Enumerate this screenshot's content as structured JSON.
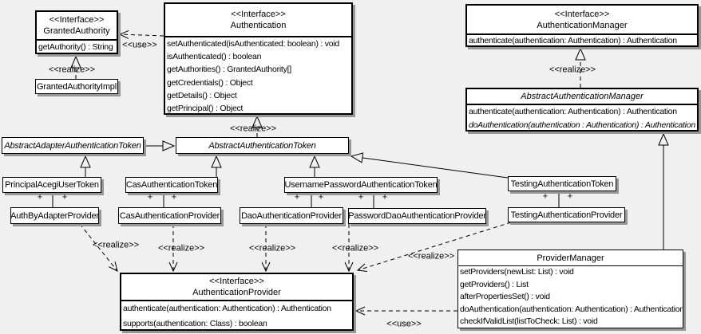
{
  "diagram_title": "Acegi Security authentication UML class diagram",
  "connectors": {
    "use_label": "<<use>>",
    "realize_label": "<<realize>>",
    "plus": "+"
  },
  "classes": {
    "granted_authority": {
      "stereotype": "<<Interface>>",
      "name": "GrantedAuthority",
      "methods": [
        "getAuthority() : String"
      ]
    },
    "granted_authority_impl": {
      "name": "GrantedAuthorityImpl"
    },
    "authentication": {
      "stereotype": "<<Interface>>",
      "name": "Authentication",
      "methods": [
        "setAuthenticated(isAuthenticated: boolean) : void",
        "isAuthenticated() : boolean",
        "getAuthorities() : GrantedAuthority[]",
        "getCredentials() : Object",
        "getDetails() : Object",
        "getPrincipal() : Object"
      ]
    },
    "authentication_manager": {
      "stereotype": "<<Interface>>",
      "name": "AuthenticationManager",
      "methods": [
        "authenticate(authentication: Authentication) : Authentication"
      ]
    },
    "abstract_authentication_manager": {
      "name": "AbstractAuthenticationManager",
      "methods": [
        "authenticate(authentication: Authentication) : Authentication",
        "doAuthentication(authentication : Authentication) : Authentication"
      ]
    },
    "abstract_adapter_authentication_token": {
      "name": "AbstractAdapterAuthenticationToken"
    },
    "abstract_authentication_token": {
      "name": "AbstractAuthenticationToken"
    },
    "principal_acegi_user_token": {
      "name": "PrincipalAcegiUserToken"
    },
    "cas_authentication_token": {
      "name": "CasAuthenticationToken"
    },
    "username_password_authentication_token": {
      "name": "UsernamePasswordAuthenticationToken"
    },
    "testing_authentication_token": {
      "name": "TestingAuthenticationToken"
    },
    "auth_by_adapter_provider": {
      "name": "AuthByAdapterProvider"
    },
    "cas_authentication_provider": {
      "name": "CasAuthenticationProvider"
    },
    "dao_authentication_provider": {
      "name": "DaoAuthenticationProvider"
    },
    "password_dao_authentication_provider": {
      "name": "PasswordDaoAuthenticationProvider"
    },
    "testing_authentication_provider": {
      "name": "TestingAuthenticationProvider"
    },
    "authentication_provider": {
      "stereotype": "<<Interface>>",
      "name": "AuthenticationProvider",
      "methods": [
        "authenticate(authentication: Authentication) : Authentication",
        "supports(authentication: Class) : boolean"
      ]
    },
    "provider_manager": {
      "name": "ProviderManager",
      "methods": [
        "setProviders(newList: List) : void",
        "getProviders() : List",
        "afterPropertiesSet() : void",
        "doAuthentication(authentication: Authentication) : Authentication",
        "checkIfValidList(listToCheck: List) : void"
      ]
    }
  }
}
